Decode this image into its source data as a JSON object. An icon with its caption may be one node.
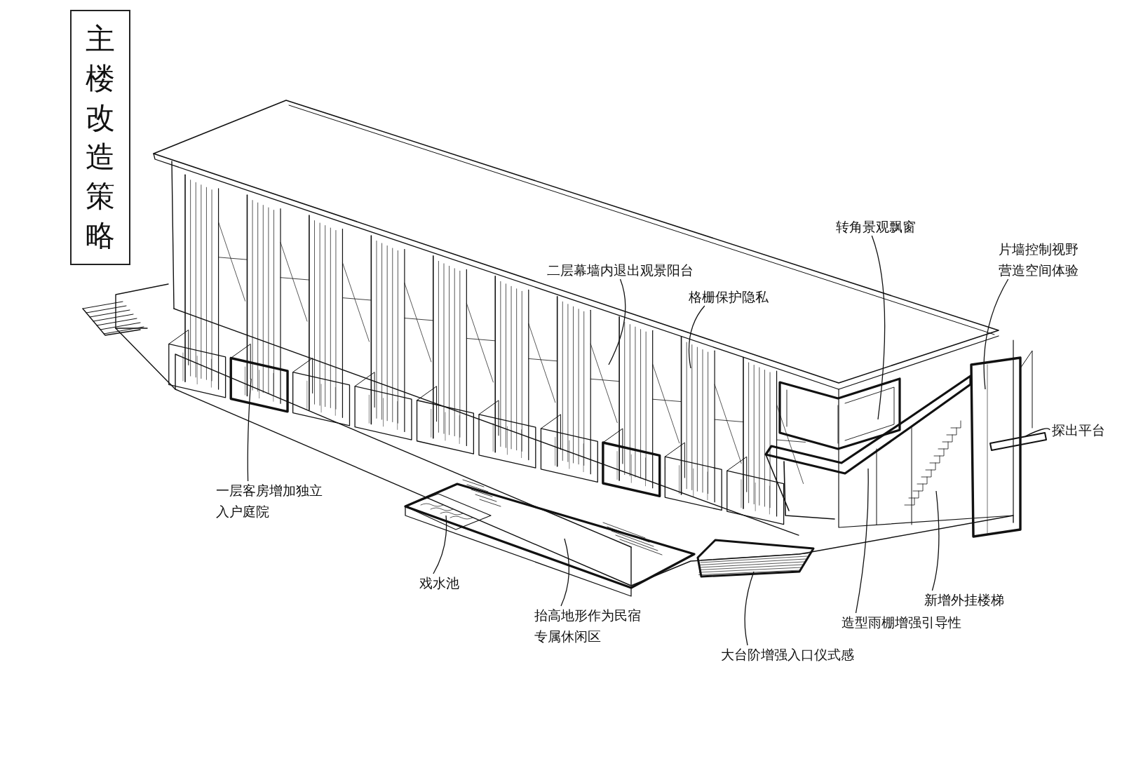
{
  "diagram": {
    "title": "主楼改造策略",
    "nodes": [
      {
        "text": [
          "二层幕墙内退出观景阳台"
        ]
      },
      {
        "text": [
          "格栅保护隐私"
        ]
      },
      {
        "text": [
          "转角景观飘窗"
        ]
      },
      {
        "text": [
          "片墙控制视野营造空间体验"
        ]
      },
      {
        "text": [
          "探出平台"
        ]
      },
      {
        "text": [
          "一层客房增加独立入户庭院"
        ]
      },
      {
        "text": [
          "戏水池"
        ]
      },
      {
        "text": [
          "抬高地形作为民宿专属休闲区"
        ]
      },
      {
        "text": [
          "大台阶增强入口仪式感"
        ]
      },
      {
        "text": [
          "造型雨棚增强引导性"
        ]
      },
      {
        "text": [
          "新增外挂楼梯"
        ]
      }
    ],
    "edges": [
      {
        "from": 0,
        "to": null,
        "arrow": "none"
      },
      {
        "from": 1,
        "to": null,
        "arrow": "none"
      },
      {
        "from": 2,
        "to": null,
        "arrow": "none"
      },
      {
        "from": 3,
        "to": null,
        "arrow": "none"
      },
      {
        "from": 4,
        "to": null,
        "arrow": "none"
      },
      {
        "from": 5,
        "to": null,
        "arrow": "none"
      },
      {
        "from": 6,
        "to": null,
        "arrow": "none"
      },
      {
        "from": 7,
        "to": null,
        "arrow": "none"
      },
      {
        "from": 8,
        "to": null,
        "arrow": "none"
      },
      {
        "from": 9,
        "to": null,
        "arrow": "none"
      },
      {
        "from": 10,
        "to": null,
        "arrow": "none"
      }
    ]
  }
}
